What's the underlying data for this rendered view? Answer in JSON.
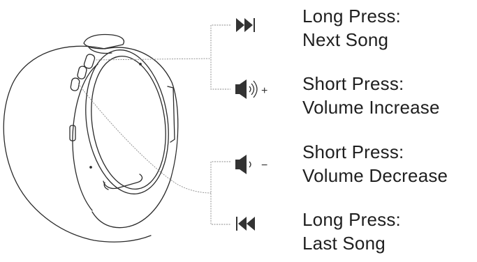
{
  "diagram": {
    "controls": [
      {
        "id": "next",
        "icon": "next-track-icon",
        "line1": "Long Press:",
        "line2": "Next Song"
      },
      {
        "id": "volup",
        "icon": "volume-up-icon",
        "symbol": "+",
        "line1": "Short Press:",
        "line2": "Volume Increase"
      },
      {
        "id": "voldown",
        "icon": "volume-down-icon",
        "symbol": "−",
        "line1": "Short Press:",
        "line2": "Volume Decrease"
      },
      {
        "id": "prev",
        "icon": "previous-track-icon",
        "line1": "Long Press:",
        "line2": "Last Song"
      }
    ]
  },
  "colors": {
    "line": "#2a2a2a",
    "icon": "#333333",
    "leader": "#8a8a8a",
    "text": "#1f1f1f"
  }
}
